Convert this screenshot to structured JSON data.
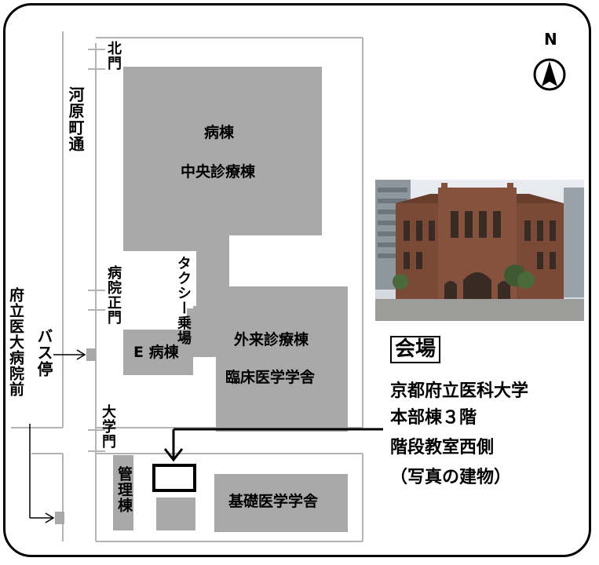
{
  "compass": {
    "label": "N"
  },
  "streets": {
    "kawaramachi": "河原町通"
  },
  "gates": {
    "north": "北門",
    "hospital_main": "病院正門",
    "university": "大学門"
  },
  "buildings": {
    "ward": "病棟",
    "central": "中央診療棟",
    "outpatient": "外来診療棟",
    "clinical": "臨床医学学舎",
    "e_ward": "E 病棟",
    "admin": "管理棟",
    "basic": "基礎医学学舎"
  },
  "taxi": "タクシー乗場",
  "bus_stop": {
    "label": "バス停",
    "stop_name": "府立医大病院前"
  },
  "venue": {
    "title": "会場",
    "lines": [
      "京都府立医科大学",
      "本部棟３階",
      "階段教室西側",
      "（写真の建物）"
    ]
  },
  "colors": {
    "building": "#a9a9a9",
    "road_line": "#b4b4b4",
    "border": "#000000"
  }
}
